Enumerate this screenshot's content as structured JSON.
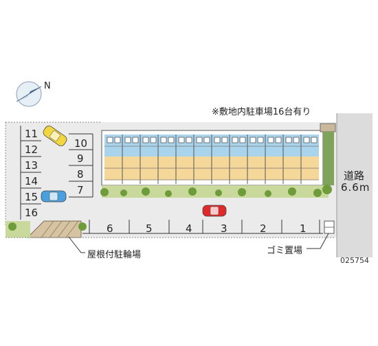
{
  "map": {
    "note": "※敷地内駐車場16台有り",
    "road_label_line1": "道路",
    "road_label_line2": "6.6m",
    "bicycle_parking": "屋根付駐輪場",
    "garbage_area": "ゴミ置場",
    "listing_code": "025754",
    "compass_mark": "N",
    "parking_left": [
      "11",
      "12",
      "13",
      "14",
      "15",
      "16"
    ],
    "parking_middle": [
      "10",
      "9",
      "8",
      "7"
    ],
    "parking_bottom": [
      "6",
      "5",
      "4",
      "3",
      "2",
      "1"
    ],
    "colors": {
      "lot": "#ebebeb",
      "road": "#dcdcdc",
      "lawn": "#c9d99b",
      "building_blue": "#a9d4ec",
      "building_tan": "#f6d79a",
      "car_yellow": "#f2d640",
      "car_blue": "#4aa0dd",
      "car_red": "#e02a2a"
    },
    "icons": [
      "compass-icon",
      "car-icon",
      "shrub-icon"
    ]
  }
}
